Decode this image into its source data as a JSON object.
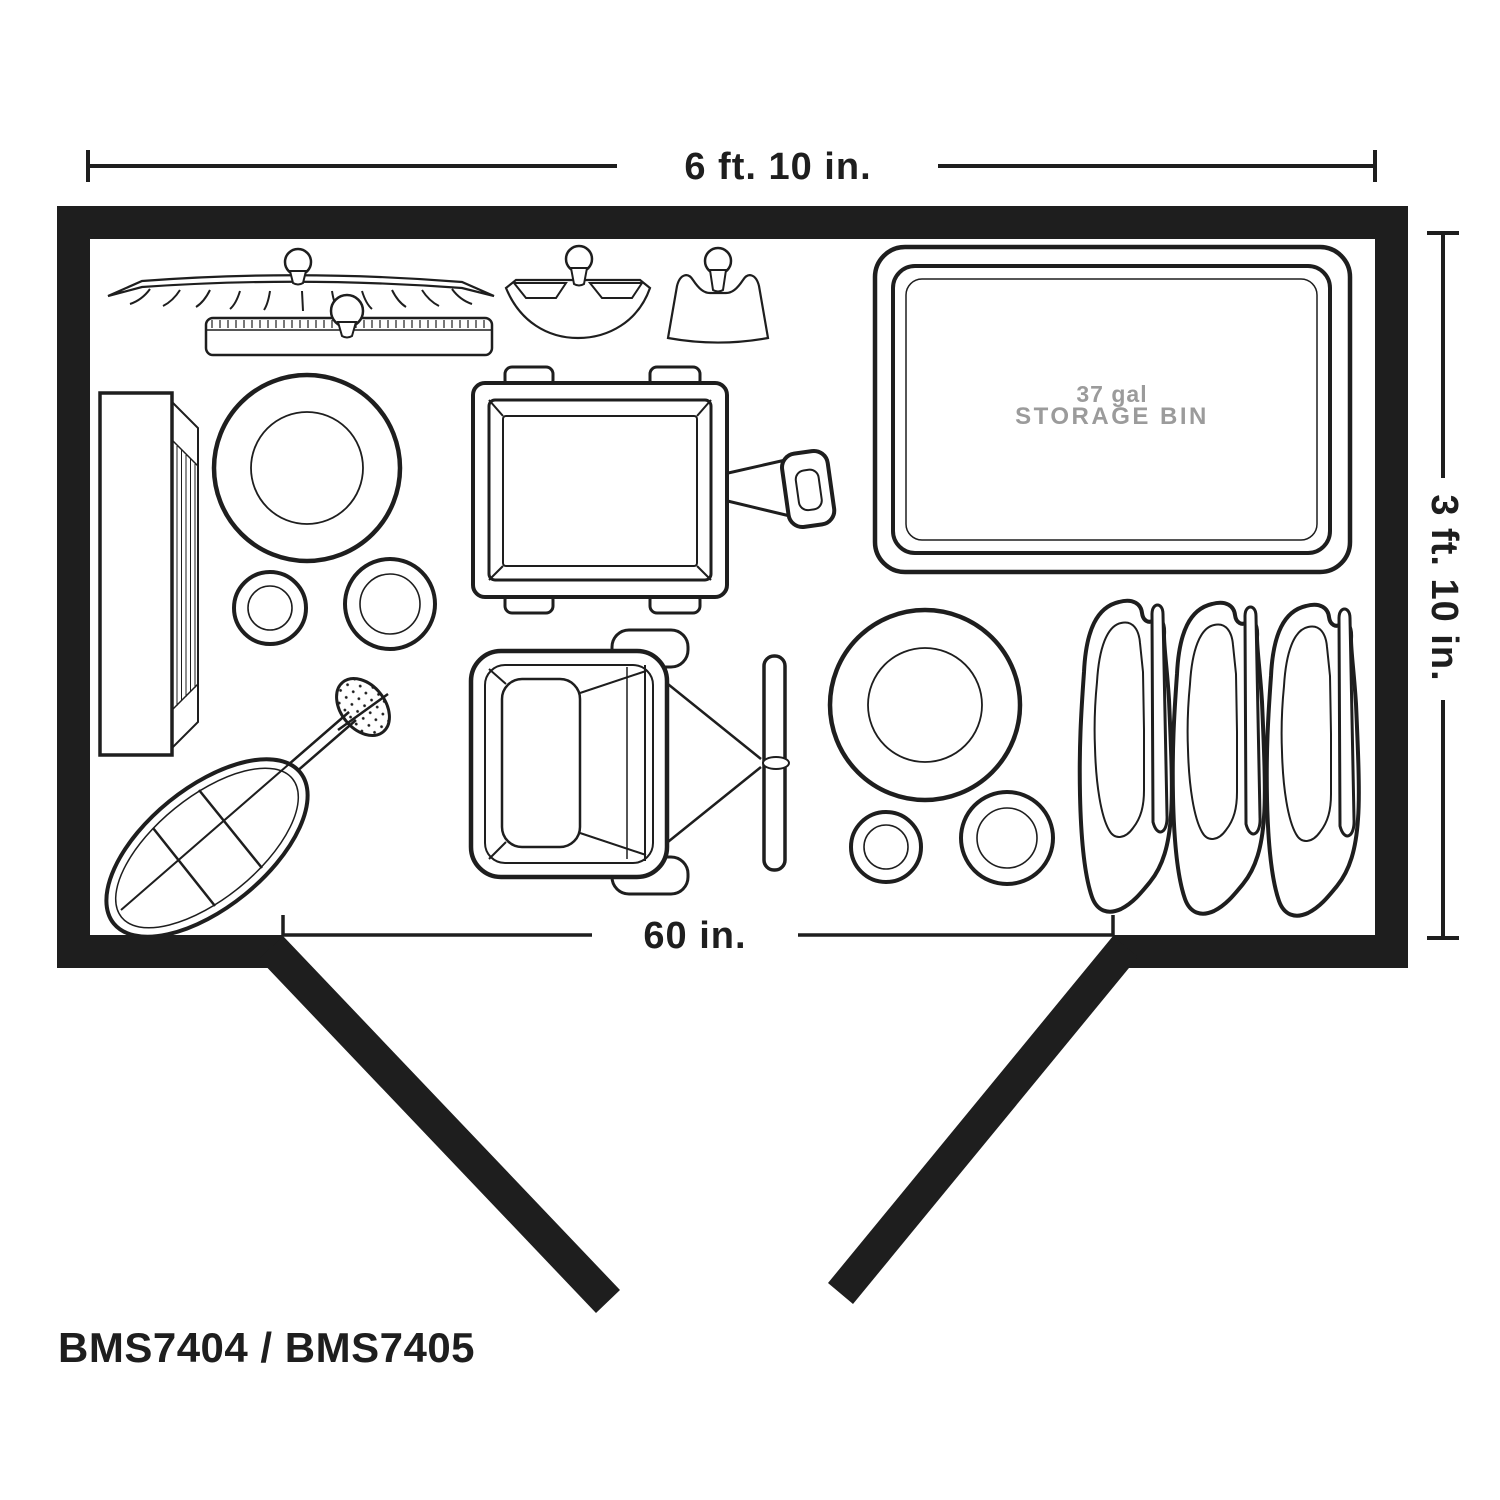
{
  "plan": {
    "model_label": "BMS7404 / BMS7405",
    "dimensions": {
      "width_label": "6 ft. 10 in.",
      "depth_label": "3 ft. 10 in.",
      "door_width_label": "60 in."
    },
    "storage_bin": {
      "line1": "37 gal",
      "line2": "STORAGE BIN"
    },
    "colors": {
      "ink": "#1e1e1e",
      "bin_text": "#9b9b9b",
      "background": "#ffffff"
    },
    "items": [
      "leaf-rake",
      "push-broom",
      "hand-scoop",
      "hand-shovel",
      "folding-ladder",
      "trash-can-large",
      "bucket-small",
      "lawn-mower",
      "storage-bin-37gal",
      "wheelbarrow",
      "trash-can-large-2",
      "folded-camp-chairs",
      "watering-can",
      "double-swing-doors"
    ]
  }
}
